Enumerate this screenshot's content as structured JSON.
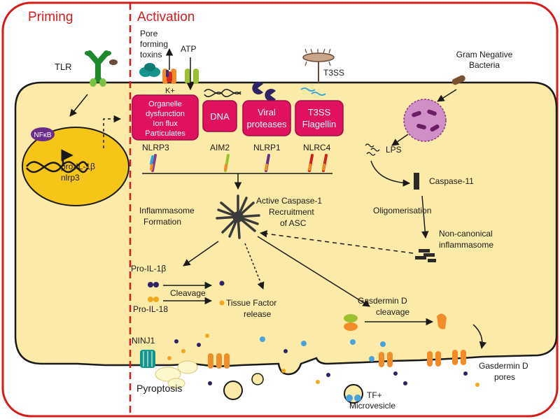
{
  "sections": {
    "priming": "Priming",
    "activation": "Activation"
  },
  "colors": {
    "border": "#d61c1c",
    "cell": "#fbeaa8",
    "nucleus": "#f5c518",
    "box": "#e0115f",
    "box_border": "#a10b45"
  },
  "priming": {
    "receptor": "TLR",
    "nfkb": "NFκB",
    "genes": [
      "pro-IL-1β",
      "nlrp3"
    ]
  },
  "stimuli": {
    "pore_forming_toxins": [
      "Pore",
      "forming",
      "toxins"
    ],
    "atp": "ATP",
    "k_plus": "K+",
    "t3ss": "T3SS",
    "bacteria": [
      "Gram Negative",
      "Bacteria"
    ],
    "lps": "LPS"
  },
  "sensor_boxes": [
    {
      "lines": [
        "Organelle",
        "dysfunction",
        "Ion flux",
        "Particulates"
      ],
      "sensor": "NLRP3"
    },
    {
      "lines": [
        "DNA"
      ],
      "sensor": "AIM2"
    },
    {
      "lines": [
        "Viral",
        "proteases"
      ],
      "sensor": "NLRP1"
    },
    {
      "lines": [
        "T3SS",
        "Flagellin"
      ],
      "sensor": "NLRC4"
    }
  ],
  "inflammasome": {
    "formation": [
      "Inflammasome",
      "Formation"
    ],
    "caspase1": [
      "Active Caspase-1",
      "Recruitment",
      "of ASC"
    ]
  },
  "noncanonical": {
    "caspase11": "Caspase-11",
    "oligomerisation": "Oligomerisation",
    "label": [
      "Non-canonical",
      "inflammasome"
    ]
  },
  "outputs": {
    "pro_il1b": "Pro-IL-1β",
    "pro_il18": "Pro-IL-18",
    "cleavage": "Cleavage",
    "tissue_factor": [
      "Tissue Factor",
      "release"
    ],
    "gsdmd_cleavage": [
      "Gasdermin D",
      "cleavage"
    ],
    "gsdmd_pores": [
      "Gasdermin D",
      "pores"
    ],
    "ninj1": "NINJ1",
    "pyroptosis": "Pyroptosis",
    "tf_microvesicle": [
      "TF+",
      "Microvesicle"
    ]
  }
}
